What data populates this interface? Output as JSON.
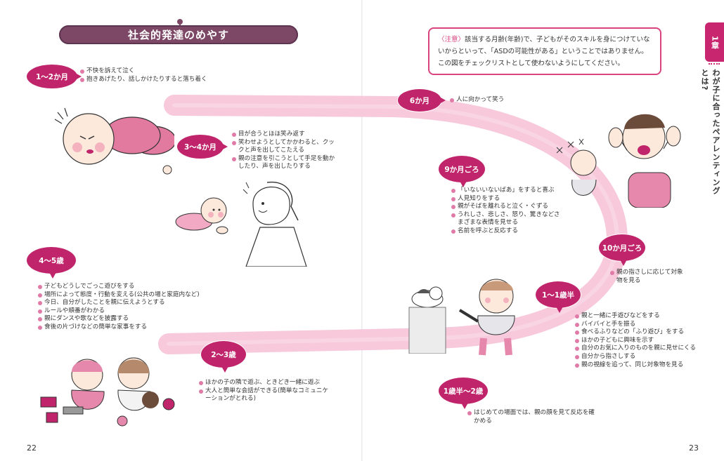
{
  "page": {
    "title": "社会的発達のめやす",
    "page_left": "22",
    "page_right": "23"
  },
  "chapter": {
    "tab": "1章",
    "heading": "わが子に合ったペアレンティングとは?"
  },
  "note": {
    "label": "〈注意〉",
    "text": "該当する月齢(年齢)で、子どもがそのスキルを身につけていないからといって、「ASDの可能性がある」ということではありません。この図をチェックリストとして使わないようにしてください。"
  },
  "stages": [
    {
      "age": "1〜2か月",
      "items": [
        "不快を訴えて泣く",
        "抱きあげたり、話しかけたりすると落ち着く"
      ]
    },
    {
      "age": "3〜4か月",
      "items": [
        "目が合うとほほ笑み返す",
        "笑わせようとしてかかわると、クックと声を出してこたえる",
        "親の注意を引こうとして手足を動かしたり、声を出したりする"
      ]
    },
    {
      "age": "6か月",
      "items": [
        "人に向かって笑う"
      ]
    },
    {
      "age": "9か月ごろ",
      "items": [
        "「いないいないばあ」をすると喜ぶ",
        "人見知りをする",
        "親がそばを離れると泣く・ぐずる",
        "うれしさ、悲しさ、怒り、驚きなどさまざまな表情を見せる",
        "名前を呼ぶと反応する"
      ]
    },
    {
      "age": "10か月ごろ",
      "items": [
        "親の指さしに応じて対象物を見る"
      ]
    },
    {
      "age": "1〜1歳半",
      "items": [
        "親と一緒に手遊びなどをする",
        "バイバイと手を振る",
        "食べるふりなどの「ふり遊び」をする",
        "ほかの子どもに興味を示す",
        "自分のお気に入りのものを親に見せにくる",
        "自分から指さしする",
        "親の視線を追って、同じ対象物を見る"
      ]
    },
    {
      "age": "1歳半〜2歳",
      "items": [
        "はじめての場面では、親の顔を見て反応を確かめる"
      ]
    },
    {
      "age": "2〜3歳",
      "items": [
        "ほかの子の隣で遊ぶ、ときどき一緒に遊ぶ",
        "大人と簡単な会話ができる(簡単なコミュニケーションがとれる)"
      ]
    },
    {
      "age": "4〜5歳",
      "items": [
        "子どもどうしでごっこ遊びをする",
        "場所によって態度・行動を変える(公共の場と家庭内など)",
        "今日、自分がしたことを親に伝えようとする",
        "ルールや順番がわかる",
        "親にダンスや歌などを披露する",
        "食後の片づけなどの簡単な家事をする"
      ]
    }
  ],
  "colors": {
    "accent": "#c0256b",
    "title_bar": "#7d4866",
    "road": "#f6c6d9",
    "note_border": "#d9437f"
  },
  "icons": [
    "crying-baby-illustration",
    "crawling-baby-illustration",
    "mother-illustration",
    "father-peekaboo-illustration",
    "toddler-pointing-illustration",
    "cat-illustration",
    "children-playing-illustration"
  ]
}
